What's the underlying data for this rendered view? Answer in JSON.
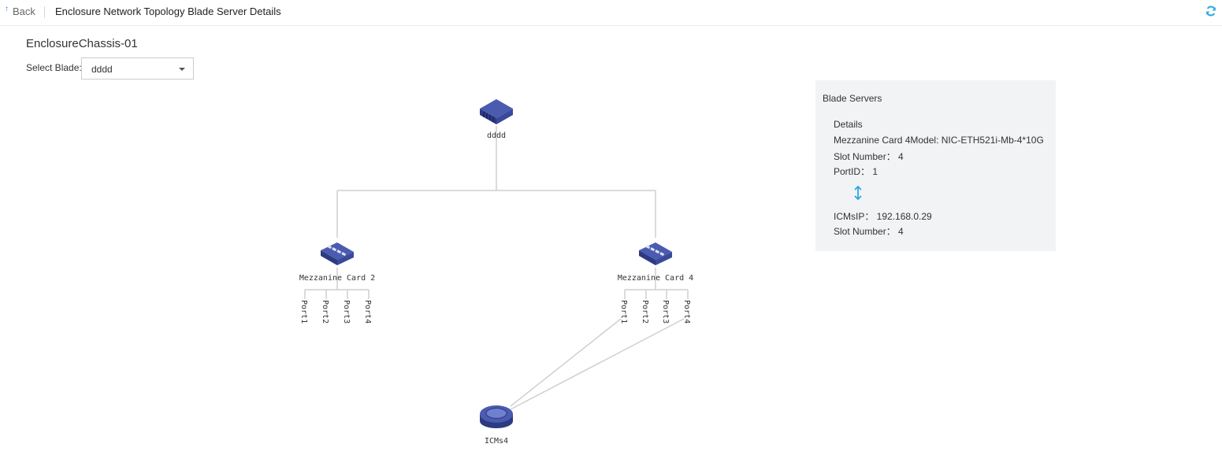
{
  "header": {
    "back_label": "Back",
    "title": "Enclosure Network Topology Blade Server Details",
    "refresh_icon": "refresh-icon"
  },
  "chassis": {
    "name": "EnclosureChassis-01"
  },
  "blade_select": {
    "label": "Select Blade:",
    "value": "dddd"
  },
  "topology": {
    "blade": {
      "label": "dddd",
      "icon": "blade-server-icon"
    },
    "cards": [
      {
        "label": "Mezzanine Card 2",
        "icon": "mezzanine-card-icon",
        "ports": [
          "Port1",
          "Port2",
          "Port3",
          "Port4"
        ]
      },
      {
        "label": "Mezzanine Card 4",
        "icon": "mezzanine-card-icon",
        "ports": [
          "Port1",
          "Port2",
          "Port3",
          "Port4"
        ]
      }
    ],
    "icm": {
      "label": "ICMs4",
      "icon": "icm-switch-icon"
    },
    "colors": {
      "node": "#3a4a9a",
      "line": "#cfcfcf",
      "arrow": "#29a8e0"
    }
  },
  "details_panel": {
    "title": "Blade Servers",
    "heading": "Details",
    "card_model": "Mezzanine Card 4Model: NIC-ETH521i-Mb-4*10G",
    "slot_number_1": "Slot Number： 4",
    "port_id": "PortID： 1",
    "icms_ip": "ICMsIP： 192.168.0.29",
    "slot_number_2": "Slot Number： 4"
  }
}
